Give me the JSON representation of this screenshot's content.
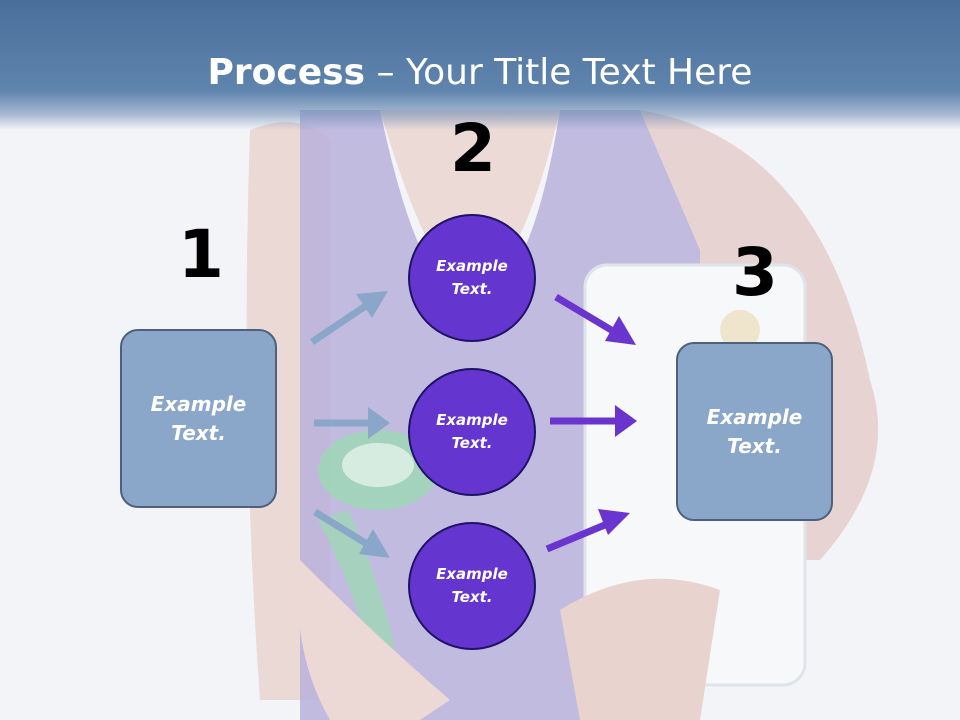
{
  "slide": {
    "title_bold": "Process",
    "title_rest": " – Your Title Text Here"
  },
  "steps": [
    {
      "number": "1",
      "text": "Example Text."
    },
    {
      "number": "2",
      "text": "Example Text."
    },
    {
      "number": "3",
      "text": "Example Text."
    }
  ],
  "circles": [
    {
      "text": "Example Text."
    },
    {
      "text": "Example Text."
    },
    {
      "text": "Example Text."
    }
  ],
  "colors": {
    "header": "#5a7fab",
    "box_fill": "#8aa6c8",
    "circle_fill": "#6535cf",
    "left_arrow": "#8aa6c8",
    "right_arrow": "#6a35cf"
  }
}
